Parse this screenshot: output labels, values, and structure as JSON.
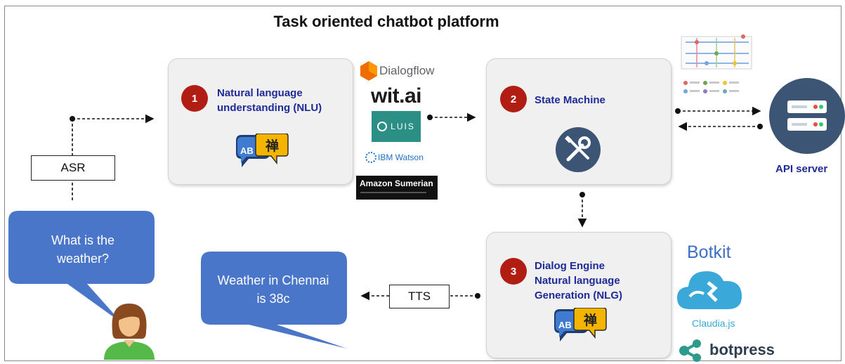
{
  "title": "Task oriented chatbot platform",
  "nlu": {
    "step": "1",
    "label_line1": "Natural language",
    "label_line2": "understanding (NLU)"
  },
  "state_machine": {
    "step": "2",
    "label": "State Machine"
  },
  "nlg": {
    "step": "3",
    "label_line1": "Dialog Engine",
    "label_line2": "Natural language",
    "label_line3": "Generation (NLG)"
  },
  "asr_label": "ASR",
  "tts_label": "TTS",
  "user_bubble": {
    "line1": "What is the",
    "line2": "weather?"
  },
  "bot_bubble": {
    "line1": "Weather in Chennai",
    "line2": "is 38c"
  },
  "api_server_label": "API server",
  "nlu_providers": {
    "dialogflow": "Dialogflow",
    "witai": "wit.ai",
    "luis": "LUIS",
    "watson": "IBM Watson",
    "sumerian": "Amazon Sumerian"
  },
  "nlg_providers": {
    "botkit": "Botkit",
    "claudia": "Claudia.js",
    "botpress": "botpress"
  },
  "translate_icon_glyphs": {
    "latin": "AB",
    "cjk": "禅"
  },
  "colors": {
    "panel": "#f0f0f0",
    "step_circle": "#b11d13",
    "label_text": "#1f2a99",
    "bubble": "#4a76c9",
    "server_circle": "#3d5575"
  }
}
